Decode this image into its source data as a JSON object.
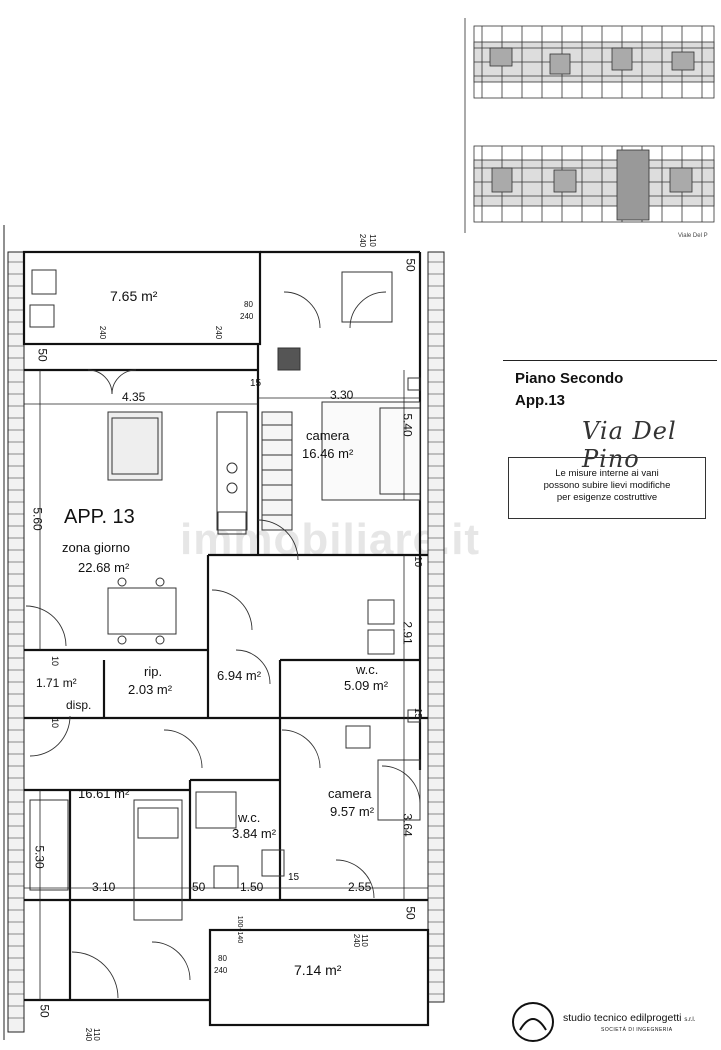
{
  "header": {
    "floor": "Piano Secondo",
    "unit": "App.13",
    "handwritten": "Via Del Pino",
    "note_lines": [
      "Le misure interne ai vani",
      "possono subire lievi modifiche",
      "per esigenze costruttive"
    ],
    "thumb_caption": "Viale Del P",
    "studio": "studio tecnico edilprogetti",
    "studio_suffix": "s.r.l.",
    "studio_sub": "SOCIETÀ DI INGEGNERIA"
  },
  "apartment": {
    "label": "APP. 13"
  },
  "rooms": [
    {
      "id": "terrace-top",
      "name": "",
      "area": "7.65 m²"
    },
    {
      "id": "living",
      "name": "zona giorno",
      "area": "22.68 m²"
    },
    {
      "id": "bedroom-1",
      "name": "camera",
      "area": "16.46 m²"
    },
    {
      "id": "pantry",
      "name": "disp.",
      "area": "1.71 m²"
    },
    {
      "id": "storage",
      "name": "rip.",
      "area": "2.03 m²"
    },
    {
      "id": "hall",
      "name": "",
      "area": "6.94 m²"
    },
    {
      "id": "wc-1",
      "name": "w.c.",
      "area": "5.09 m²"
    },
    {
      "id": "bedroom-3",
      "name": "",
      "area": "16.61 m²"
    },
    {
      "id": "wc-2",
      "name": "w.c.",
      "area": "3.84 m²"
    },
    {
      "id": "bedroom-2",
      "name": "camera",
      "area": "9.57 m²"
    },
    {
      "id": "terrace-bottom",
      "name": "",
      "area": "7.14 m²"
    }
  ],
  "dimensions": {
    "d_4_35": "4.35",
    "d_3_30": "3.30",
    "d_5_40": "5.40",
    "d_5_60": "5.60",
    "d_2_91": "2.91",
    "d_3_64": "3.64",
    "d_5_30": "5.30",
    "d_3_10": "3.10",
    "d_1_50": "1.50",
    "d_2_55": "2.55",
    "d_50": "50",
    "d_15": "15",
    "d_10": "10",
    "d_240": "240",
    "d_110": "110",
    "d_80": "80",
    "d_100_140": "100+140"
  },
  "watermark": "immobiliare.it"
}
